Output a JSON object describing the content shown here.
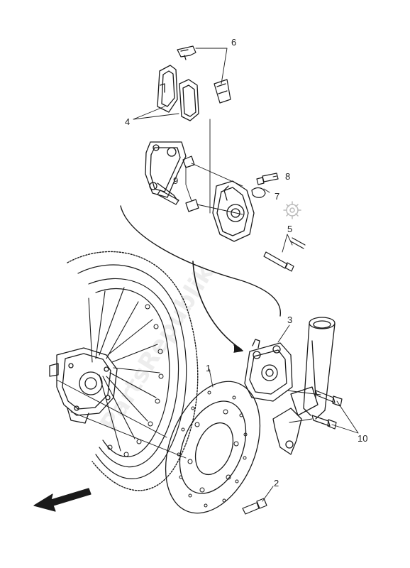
{
  "diagram": {
    "callouts": [
      {
        "id": "1",
        "label": "1"
      },
      {
        "id": "2",
        "label": "2"
      },
      {
        "id": "3",
        "label": "3"
      },
      {
        "id": "4",
        "label": "4"
      },
      {
        "id": "5",
        "label": "5"
      },
      {
        "id": "6",
        "label": "6"
      },
      {
        "id": "7",
        "label": "7"
      },
      {
        "id": "8",
        "label": "8"
      },
      {
        "id": "9",
        "label": "9"
      },
      {
        "id": "10",
        "label": "10"
      }
    ],
    "watermark": "PartsRepublik",
    "colors": {
      "line": "#1a1a1a",
      "watermark": "#000000"
    }
  }
}
